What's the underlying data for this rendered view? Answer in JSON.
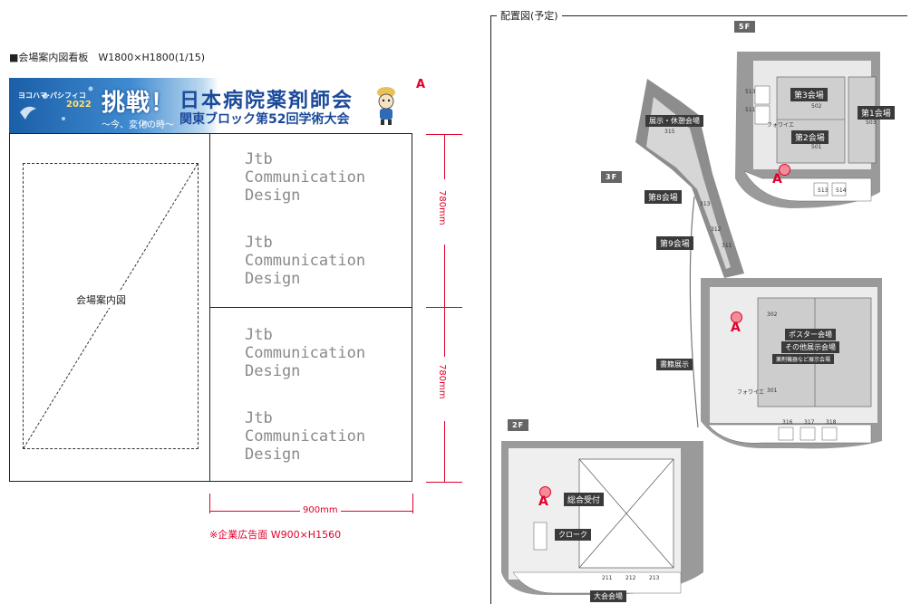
{
  "signboard": {
    "title": "■会場案内図看板　W1800×H1800(1/15)",
    "banner": {
      "brand": "ヨコハマ·パシフィコ",
      "brand_year": "2022",
      "challenge": "挑戦！",
      "catchphrase": "～今、変化の時～",
      "title_line1": "日本病院薬剤師会",
      "title_line2": "関東ブロック第52回学術大会"
    },
    "marker": "A",
    "map_label": "会場案内図",
    "ad_blocks": [
      [
        "Jtb",
        "Communication",
        "Design"
      ],
      [
        "Jtb",
        "Communication",
        "Design"
      ],
      [
        "Jtb",
        "Communication",
        "Design"
      ],
      [
        "Jtb",
        "Communication",
        "Design"
      ]
    ],
    "dimension_height_1": "780mm",
    "dimension_height_2": "780mm",
    "dimension_width": "900mm",
    "ad_note": "※企業広告面 W900×H1560",
    "accent_color": "#e0002a"
  },
  "plan": {
    "title": "配置図(予定)",
    "floors": {
      "f5": {
        "tag": "5F",
        "rooms": [
          "第3会場",
          "第2会場",
          "第1会場"
        ],
        "room_numbers": [
          "513",
          "511",
          "502",
          "501",
          "503",
          "513",
          "514"
        ],
        "foyer": "フォワイエ",
        "marker": "A"
      },
      "f3": {
        "tag": "3F",
        "rooms": [
          "展示・休憩会場",
          "第8会場",
          "第9会場",
          "書籍展示"
        ],
        "poster_hall": [
          "ポスター会場",
          "その他展示会場",
          "薬剤機器など展示会場"
        ],
        "room_numbers": [
          "315",
          "313",
          "312",
          "311",
          "302",
          "301",
          "316",
          "317",
          "318"
        ],
        "foyer": "フォワイエ",
        "marker": "A"
      },
      "f2": {
        "tag": "2F",
        "rooms": [
          "総合受付",
          "クローク",
          "大会会場"
        ],
        "room_numbers": [
          "211",
          "212",
          "213"
        ],
        "marker": "A"
      }
    }
  }
}
